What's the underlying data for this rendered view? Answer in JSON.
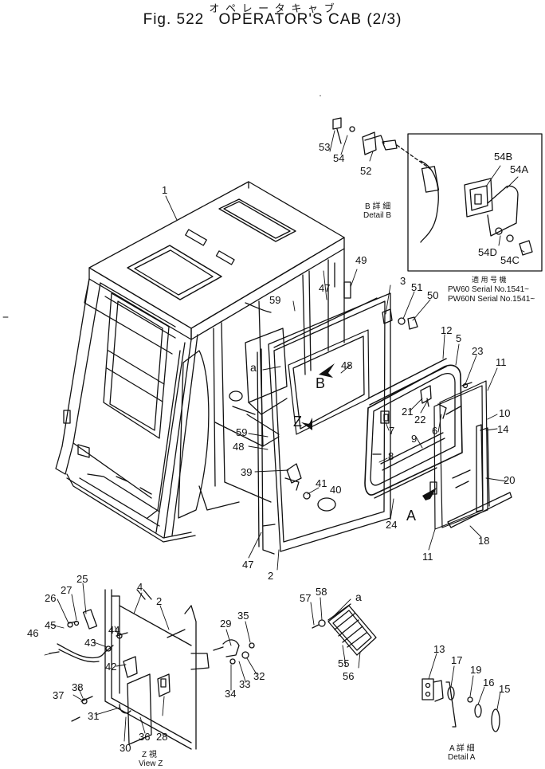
{
  "header": {
    "japanese": "オ ペ レ ー タ キ ャ ブ",
    "fig": "Fig. 522",
    "title": "OPERATOR'S CAB (2/3)"
  },
  "parts": [
    {
      "id": "n1",
      "text": "1"
    },
    {
      "id": "n2a",
      "text": "2"
    },
    {
      "id": "n2b",
      "text": "2"
    },
    {
      "id": "n3",
      "text": "3"
    },
    {
      "id": "n4",
      "text": "4"
    },
    {
      "id": "n5",
      "text": "5"
    },
    {
      "id": "n6",
      "text": "6"
    },
    {
      "id": "n7",
      "text": "7"
    },
    {
      "id": "n8",
      "text": "8"
    },
    {
      "id": "n9",
      "text": "9"
    },
    {
      "id": "n10",
      "text": "10"
    },
    {
      "id": "n11a",
      "text": "11"
    },
    {
      "id": "n11b",
      "text": "11"
    },
    {
      "id": "n12",
      "text": "12"
    },
    {
      "id": "n13",
      "text": "13"
    },
    {
      "id": "n14",
      "text": "14"
    },
    {
      "id": "n15",
      "text": "15"
    },
    {
      "id": "n16",
      "text": "16"
    },
    {
      "id": "n17",
      "text": "17"
    },
    {
      "id": "n18",
      "text": "18"
    },
    {
      "id": "n19",
      "text": "19"
    },
    {
      "id": "n20",
      "text": "20"
    },
    {
      "id": "n21",
      "text": "21"
    },
    {
      "id": "n22",
      "text": "22"
    },
    {
      "id": "n23",
      "text": "23"
    },
    {
      "id": "n24",
      "text": "24"
    },
    {
      "id": "n25",
      "text": "25"
    },
    {
      "id": "n26",
      "text": "26"
    },
    {
      "id": "n27",
      "text": "27"
    },
    {
      "id": "n28",
      "text": "28"
    },
    {
      "id": "n29",
      "text": "29"
    },
    {
      "id": "n30",
      "text": "30"
    },
    {
      "id": "n31",
      "text": "31"
    },
    {
      "id": "n32",
      "text": "32"
    },
    {
      "id": "n33",
      "text": "33"
    },
    {
      "id": "n34",
      "text": "34"
    },
    {
      "id": "n35",
      "text": "35"
    },
    {
      "id": "n36",
      "text": "36"
    },
    {
      "id": "n37",
      "text": "37"
    },
    {
      "id": "n38",
      "text": "38"
    },
    {
      "id": "n39",
      "text": "39"
    },
    {
      "id": "n40",
      "text": "40"
    },
    {
      "id": "n41",
      "text": "41"
    },
    {
      "id": "n42",
      "text": "42"
    },
    {
      "id": "n43",
      "text": "43"
    },
    {
      "id": "n44",
      "text": "44"
    },
    {
      "id": "n45",
      "text": "45"
    },
    {
      "id": "n46",
      "text": "46"
    },
    {
      "id": "n47a",
      "text": "47"
    },
    {
      "id": "n47b",
      "text": "47"
    },
    {
      "id": "n48a",
      "text": "48"
    },
    {
      "id": "n48b",
      "text": "48"
    },
    {
      "id": "n49",
      "text": "49"
    },
    {
      "id": "n50",
      "text": "50"
    },
    {
      "id": "n51",
      "text": "51"
    },
    {
      "id": "n52",
      "text": "52"
    },
    {
      "id": "n53",
      "text": "53"
    },
    {
      "id": "n54",
      "text": "54"
    },
    {
      "id": "n54a",
      "text": "54A"
    },
    {
      "id": "n54b",
      "text": "54B"
    },
    {
      "id": "n54c",
      "text": "54C"
    },
    {
      "id": "n54d",
      "text": "54D"
    },
    {
      "id": "n55",
      "text": "55"
    },
    {
      "id": "n56",
      "text": "56"
    },
    {
      "id": "n57",
      "text": "57"
    },
    {
      "id": "n58",
      "text": "58"
    },
    {
      "id": "n59a",
      "text": "59"
    },
    {
      "id": "n59b",
      "text": "59"
    }
  ],
  "view_markers": {
    "a1": "a",
    "a2": "a",
    "b": "B",
    "z": "Z",
    "a_arrow": "A"
  },
  "details": {
    "detail_b_jp": "B 詳 細",
    "detail_b": "Detail B",
    "applicable_jp": "適 用 号 機",
    "serial_line1": "PW60   Serial No.1541~",
    "serial_line2": "PW60N  Serial No.1541~",
    "view_z_jp": "Z  視",
    "view_z": "View Z",
    "detail_a_jp": "A 詳 細",
    "detail_a": "Detail A"
  }
}
